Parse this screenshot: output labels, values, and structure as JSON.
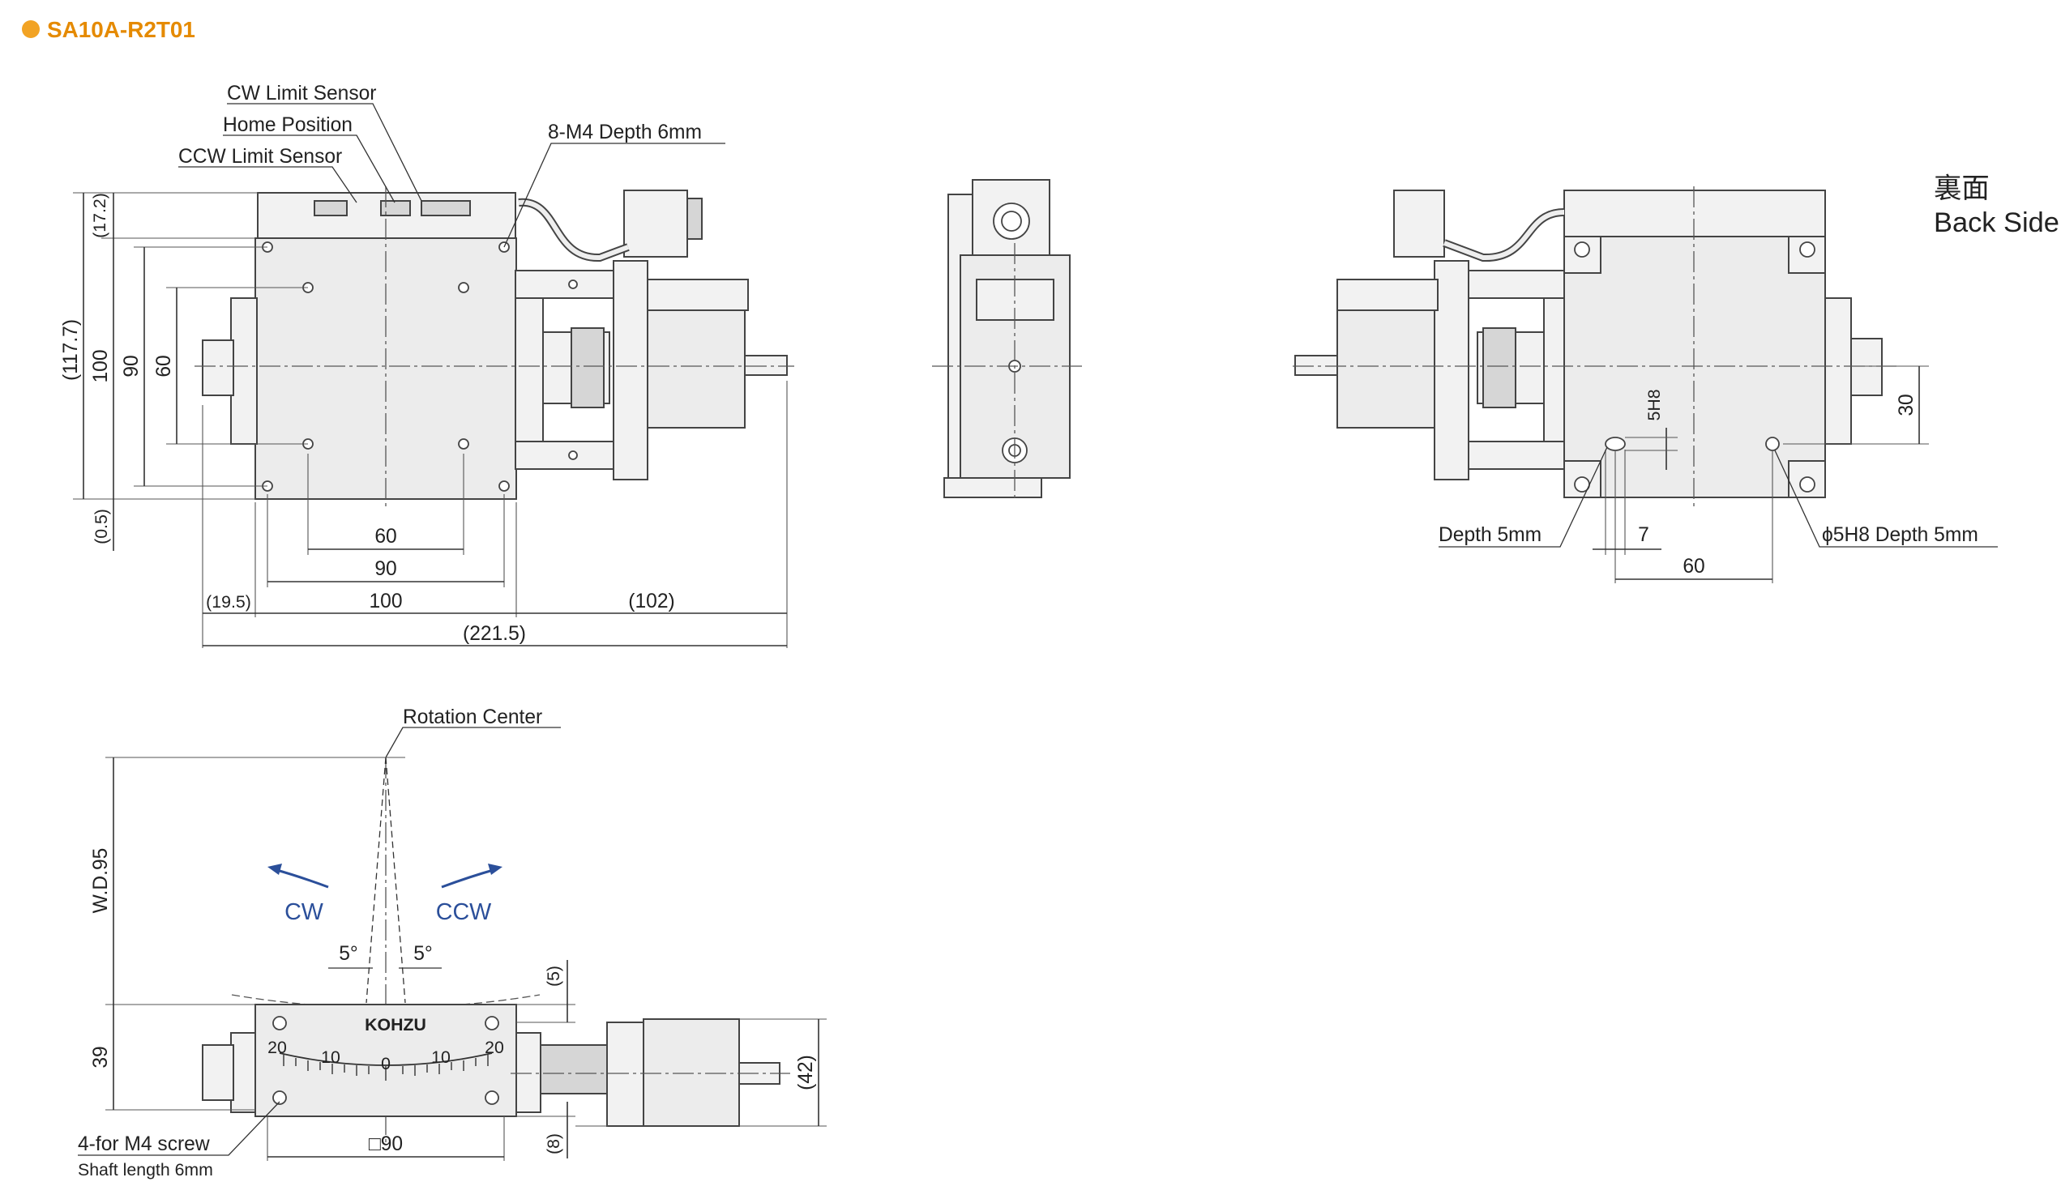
{
  "title": "SA10A-R2T01",
  "colors": {
    "title": "#e58a00",
    "bullet": "#f2a324",
    "arrow": "#2b4f9a",
    "line": "#333333"
  },
  "top_view": {
    "cw_limit_sensor": "CW Limit Sensor",
    "home_position": "Home Position",
    "ccw_limit_sensor": "CCW Limit Sensor",
    "m4_depth": "8-M4 Depth 6mm",
    "dim_17_2": "(17.2)",
    "dim_117_7": "(117.7)",
    "dim_100_v": "100",
    "dim_90_v": "90",
    "dim_60_v": "60",
    "dim_0_5": "(0.5)",
    "dim_60_h": "60",
    "dim_90_h": "90",
    "dim_19_5": "(19.5)",
    "dim_100_h": "100",
    "dim_102": "(102)",
    "dim_221_5": "(221.5)"
  },
  "back_view": {
    "label_jp": "裏面",
    "label_en": "Back Side",
    "dim_30": "30",
    "dim_5h8": "5H8",
    "depth_5mm": "Depth 5mm",
    "dim_7": "7",
    "phi_5h8": "ϕ5H8 Depth 5mm",
    "dim_60": "60"
  },
  "front_view": {
    "rotation_center": "Rotation Center",
    "wd": "W.D.95",
    "cw": "CW",
    "ccw": "CCW",
    "deg_left": "5°",
    "deg_right": "5°",
    "dim_5": "(5)",
    "dim_39": "39",
    "dim_42": "(42)",
    "dim_8": "(8)",
    "dim_sq90": "□90",
    "screw": "4-for M4 screw",
    "shaft": "Shaft length 6mm",
    "brand": "KOHZU",
    "scale_labels": [
      "20",
      "10",
      "0",
      "10",
      "20"
    ]
  }
}
